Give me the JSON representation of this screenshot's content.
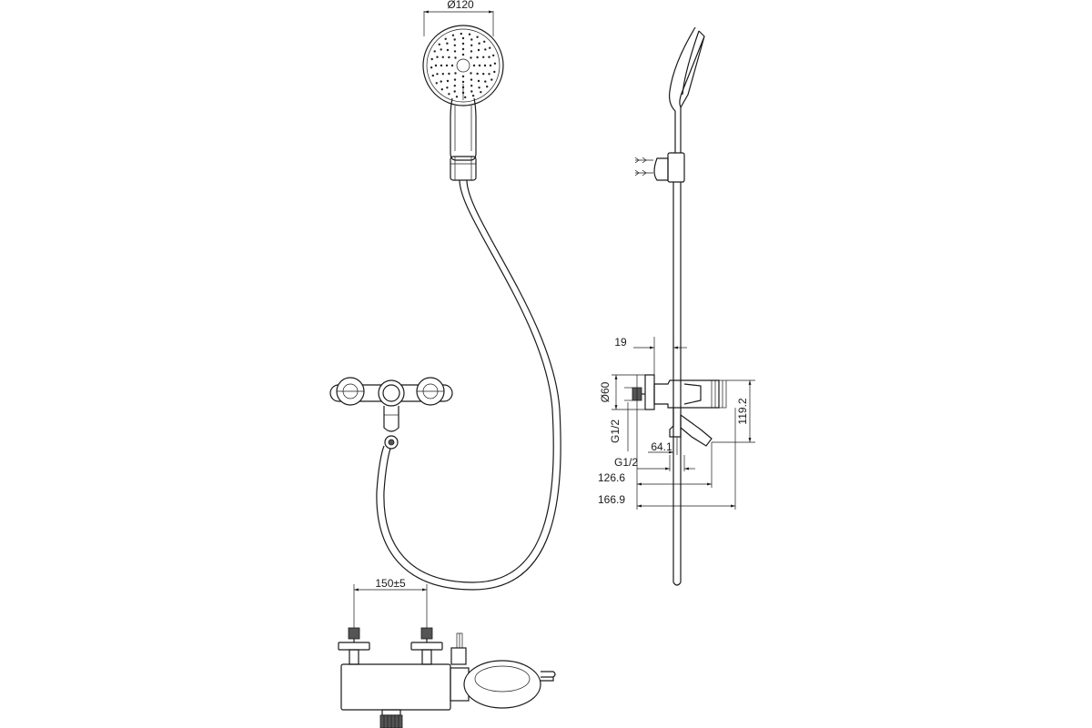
{
  "dimensions": {
    "head_diameter": "Ø120",
    "fitting_19": "19",
    "flange_diameter": "Ø60",
    "height_119": "119.2",
    "thread_vertical": "G1/2",
    "dim_64": "64.1",
    "thread_horizontal": "G1/2",
    "dim_126": "126.6",
    "dim_166": "166.9",
    "center_spacing": "150±5"
  }
}
